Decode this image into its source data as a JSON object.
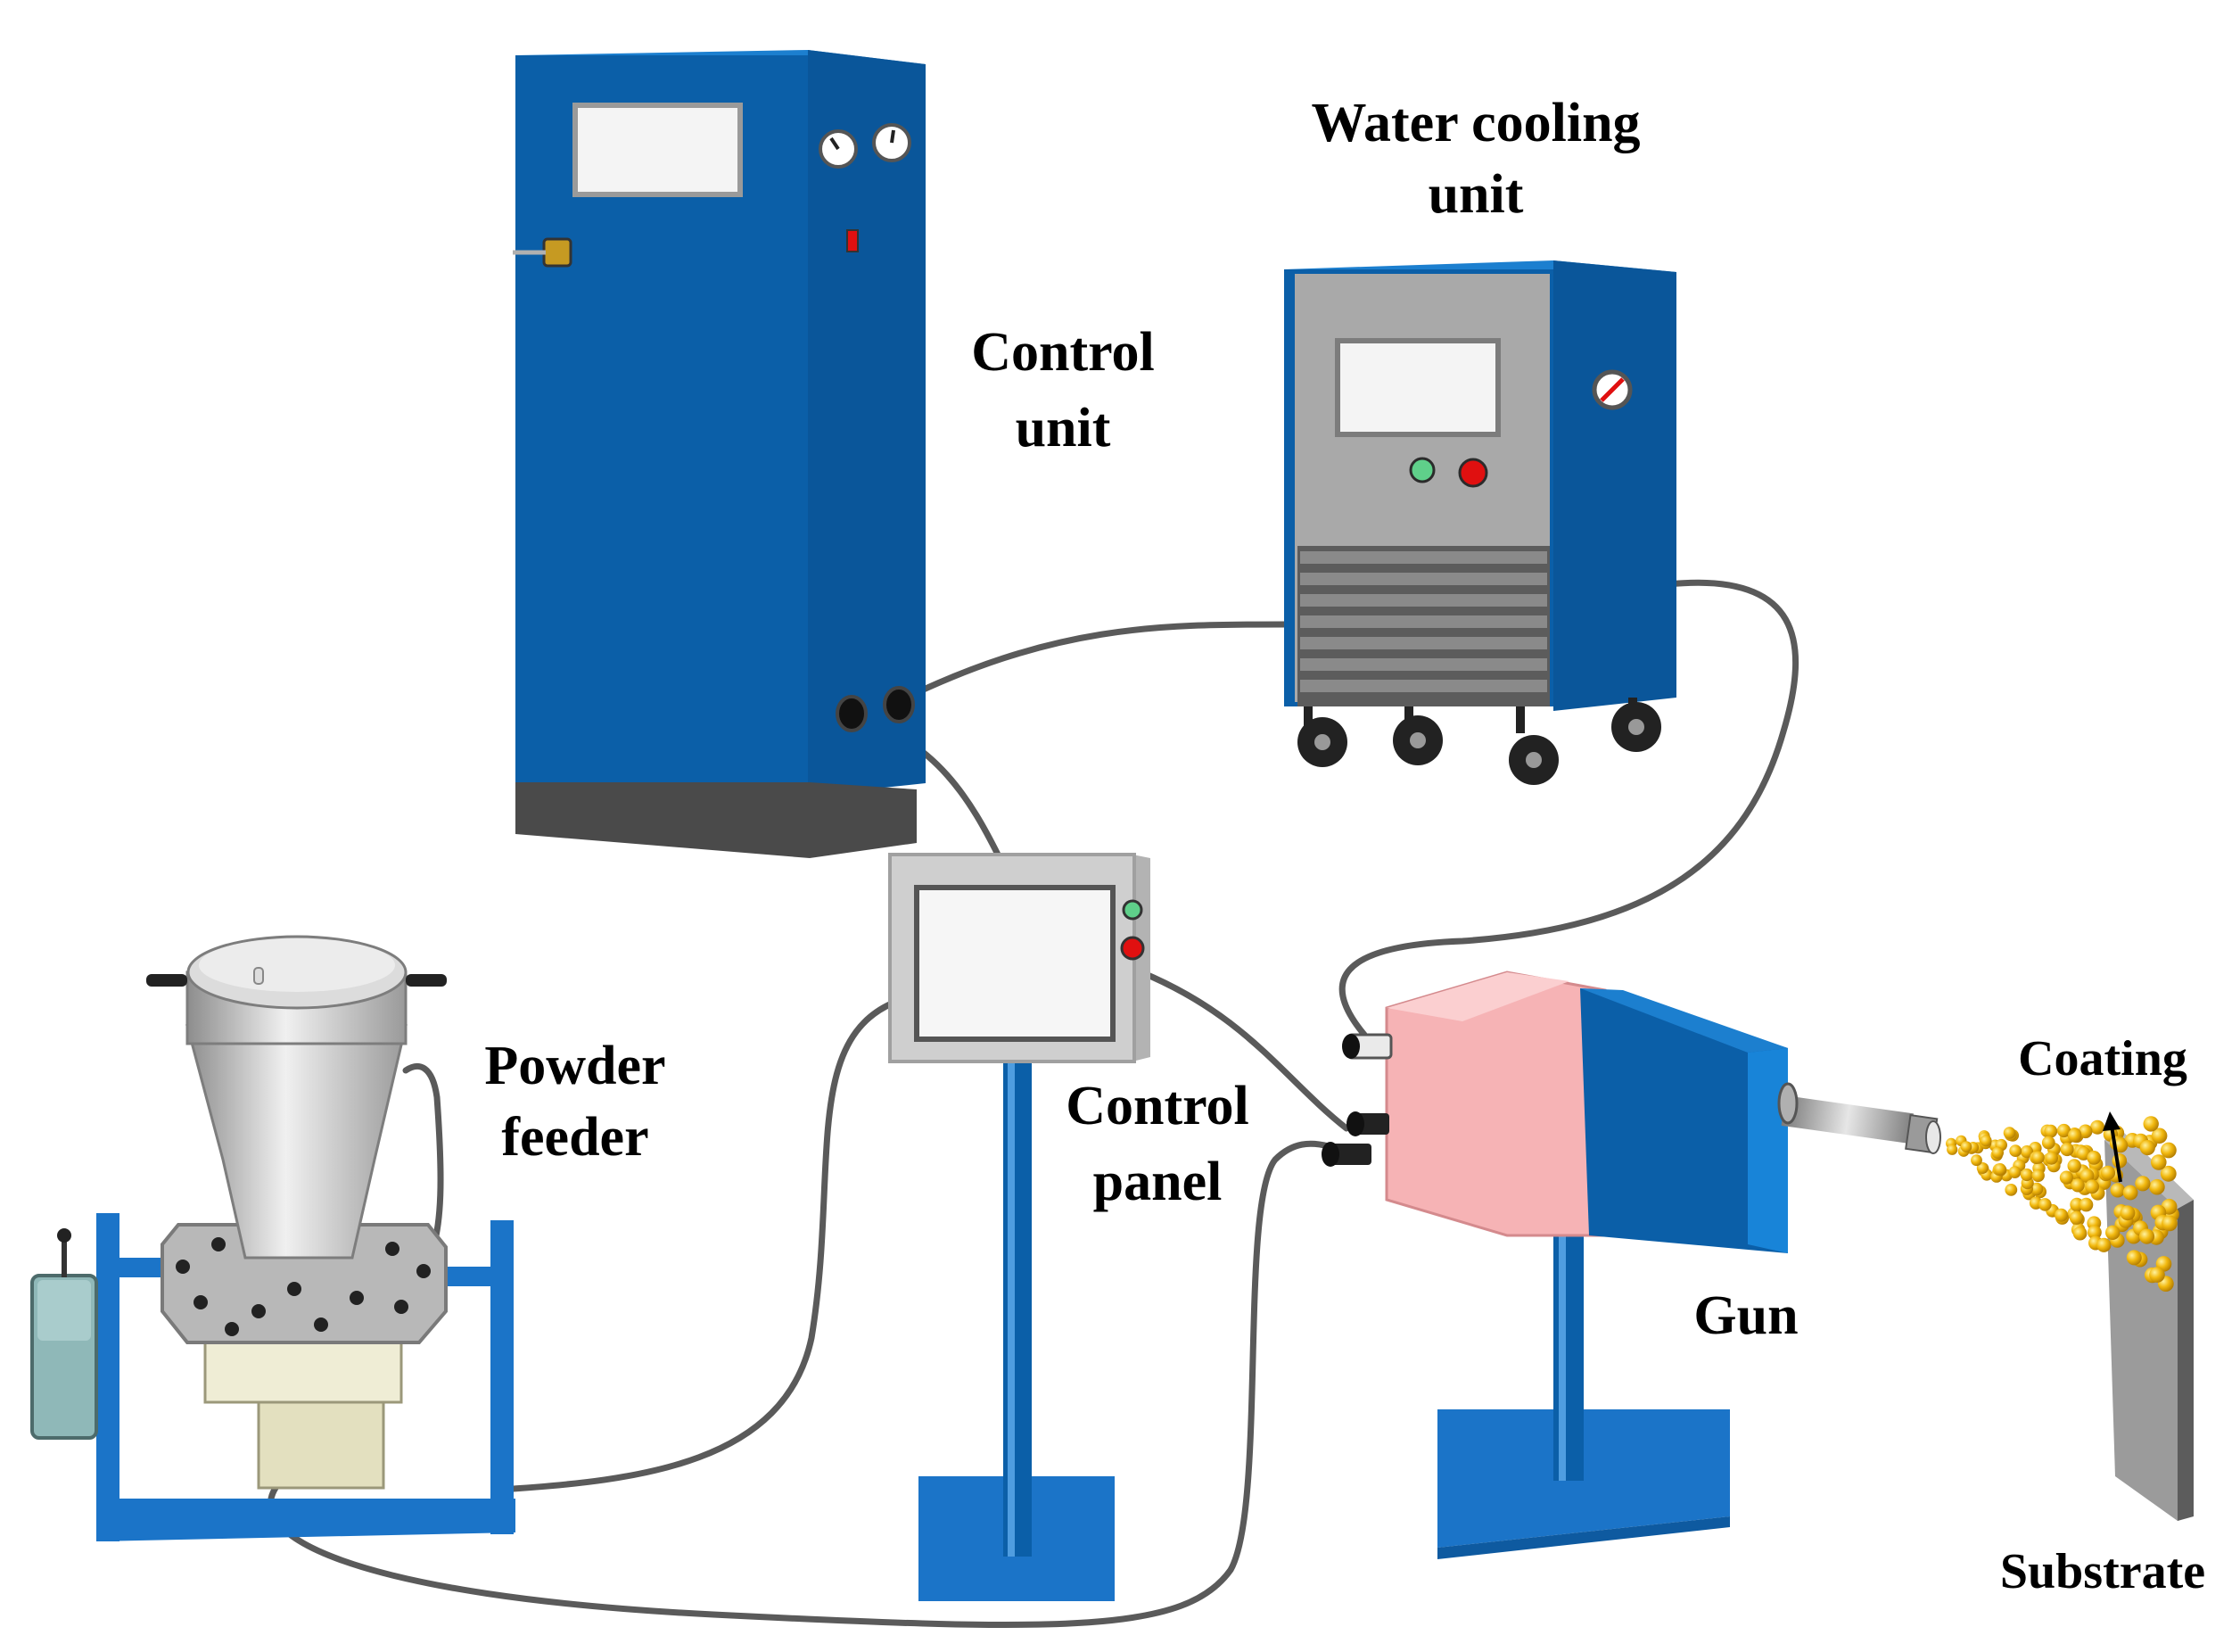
{
  "labels": {
    "control_unit_1": "Control",
    "control_unit_2": "unit",
    "water_cooling_1": "Water cooling",
    "water_cooling_2": "unit",
    "powder_feeder_1": "Powder",
    "powder_feeder_2": "feeder",
    "control_panel_1": "Control",
    "control_panel_2": "panel",
    "gun": "Gun",
    "coating": "Coating",
    "substrate": "Substrate"
  },
  "colors": {
    "cabinet_blue": "#0b5fa8",
    "cabinet_dark": "#084a85",
    "steel_grey": "#a9a9a9",
    "panel_grey": "#cfcfcf",
    "gun_pink": "#f6b3b5",
    "gun_blue": "#0b5fa8",
    "stand_blue": "#1b74c8",
    "powder_yellow": "#f2b90f",
    "cable": "#5a5a5a",
    "led_green": "#5fd08a",
    "led_red": "#e01010"
  }
}
